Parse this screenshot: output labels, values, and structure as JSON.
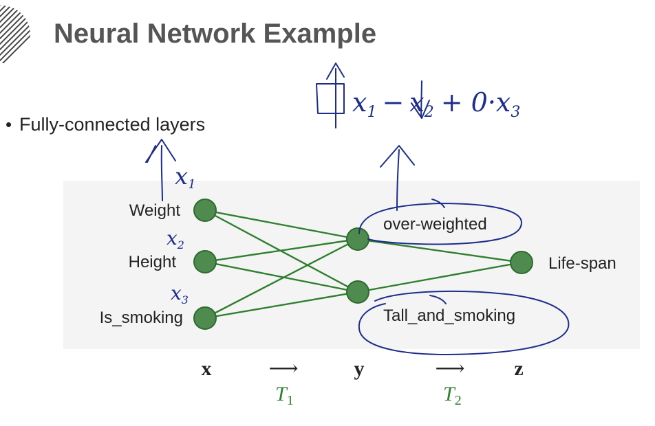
{
  "slide": {
    "title": "Neural Network Example",
    "bullets": [
      "Fully-connected layers"
    ]
  },
  "diagram": {
    "layers": [
      {
        "var": "x",
        "nodes": [
          "Weight",
          "Height",
          "Is_smoking"
        ]
      },
      {
        "var": "y",
        "nodes": [
          "over-weighted",
          "Tall_and_smoking"
        ]
      },
      {
        "var": "z",
        "nodes": [
          "Life-span"
        ]
      }
    ],
    "transforms": [
      {
        "arrow": "⟶",
        "base": "T",
        "sub": "1"
      },
      {
        "arrow": "⟶",
        "base": "T",
        "sub": "2"
      }
    ],
    "colors": {
      "node_fill": "#4f8b4f",
      "node_stroke": "#2e6a2e",
      "edge": "#2f7f2f",
      "transform_text": "#2f7f2f",
      "ink": "#1e2d8a",
      "panel": "#f4f4f4",
      "title": "#555555"
    }
  },
  "annotations": {
    "handwritten_formula": "x₁ − x₂ + 0·x₃",
    "formula_parts": [
      "x",
      "1",
      "−",
      "x",
      "2",
      "+ 0·",
      "x",
      "3"
    ],
    "input_labels": [
      {
        "base": "x",
        "sub": "1"
      },
      {
        "base": "x",
        "sub": "2"
      },
      {
        "base": "x",
        "sub": "3"
      }
    ]
  }
}
